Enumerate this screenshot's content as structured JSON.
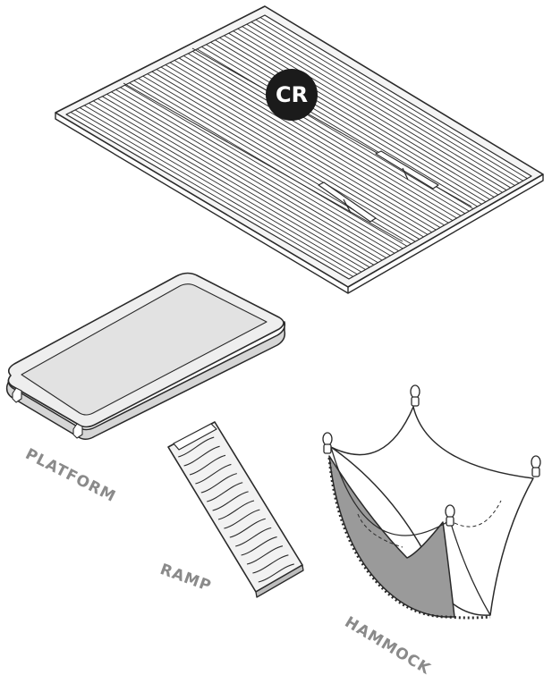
{
  "badge": {
    "text": "CR",
    "color": "#1b1b1b"
  },
  "labels": {
    "platform": "PLATFORM",
    "ramp": "RAMP",
    "hammock": "HAMMOCK"
  },
  "colors": {
    "outline": "#2a2a2a",
    "platform_fill": "#e8e8e8",
    "hammock_shade": "#9a9a9a",
    "label": "#8a8a8a"
  }
}
